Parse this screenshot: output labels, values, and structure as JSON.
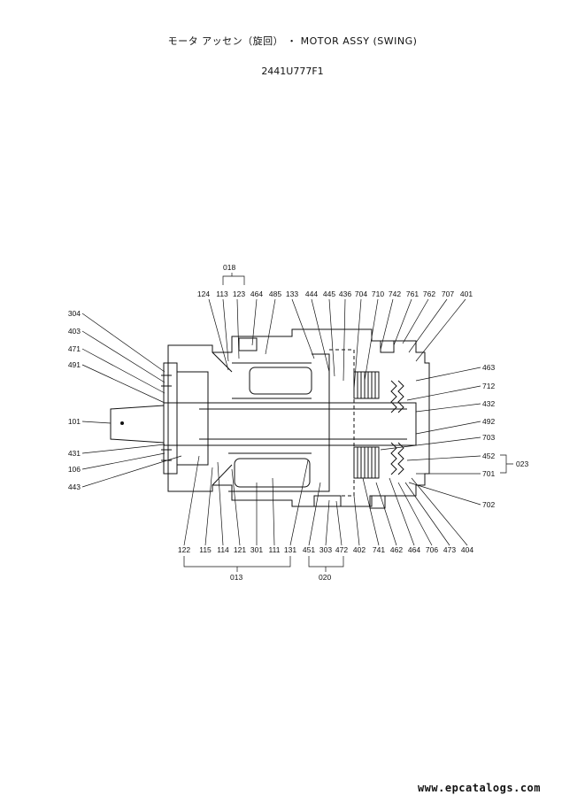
{
  "header": {
    "title": "モータ アッセン（旋回） ・ MOTOR ASSY (SWING)",
    "part_number": "2441U777F1"
  },
  "groups": {
    "g018": "018",
    "g013": "013",
    "g020": "020",
    "g023": "023"
  },
  "callouts": {
    "top": [
      "124",
      "113",
      "123",
      "464",
      "485",
      "133",
      "444",
      "445",
      "436",
      "704",
      "710",
      "742",
      "761",
      "762",
      "707",
      "401"
    ],
    "left": [
      "304",
      "403",
      "471",
      "491",
      "101",
      "431",
      "106",
      "443"
    ],
    "right": [
      "463",
      "712",
      "432",
      "492",
      "703",
      "452",
      "701",
      "702"
    ],
    "bottom": [
      "122",
      "115",
      "114",
      "121",
      "301",
      "111",
      "131",
      "451",
      "303",
      "472",
      "402",
      "741",
      "462",
      "464",
      "706",
      "473",
      "404"
    ]
  },
  "footer": {
    "watermark": "www.epcatalogs.com"
  }
}
